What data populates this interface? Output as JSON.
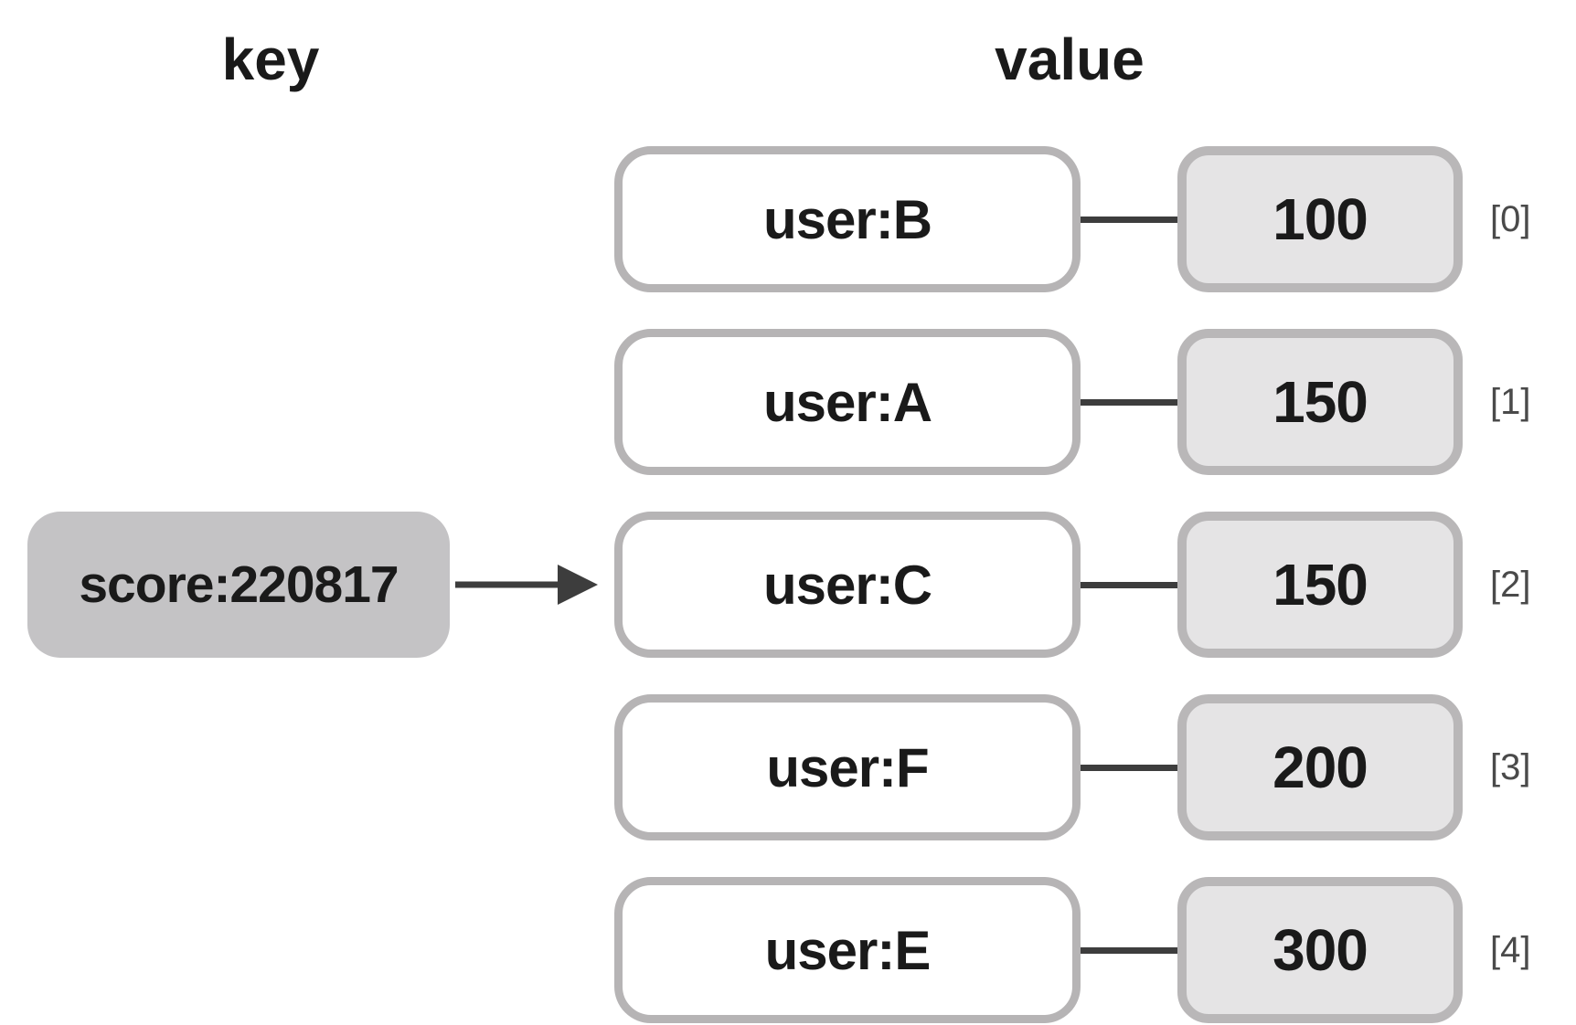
{
  "headers": {
    "key": "key",
    "value": "value"
  },
  "key": {
    "label": "score:220817"
  },
  "entries": [
    {
      "member": "user:B",
      "score": "100",
      "index": "[0]"
    },
    {
      "member": "user:A",
      "score": "150",
      "index": "[1]"
    },
    {
      "member": "user:C",
      "score": "150",
      "index": "[2]"
    },
    {
      "member": "user:F",
      "score": "200",
      "index": "[3]"
    },
    {
      "member": "user:E",
      "score": "300",
      "index": "[4]"
    }
  ],
  "icons": {
    "arrow": "arrow-right-icon"
  },
  "colors": {
    "background": "#ffffff",
    "key_box_fill": "#c4c3c5",
    "score_box_fill": "#e5e4e5",
    "member_box_border": "#b6b4b5",
    "score_box_border": "#b9b7b8",
    "connector": "#3d3d3d",
    "text": "#1a1a1a",
    "index_text": "#4a4a4a"
  }
}
